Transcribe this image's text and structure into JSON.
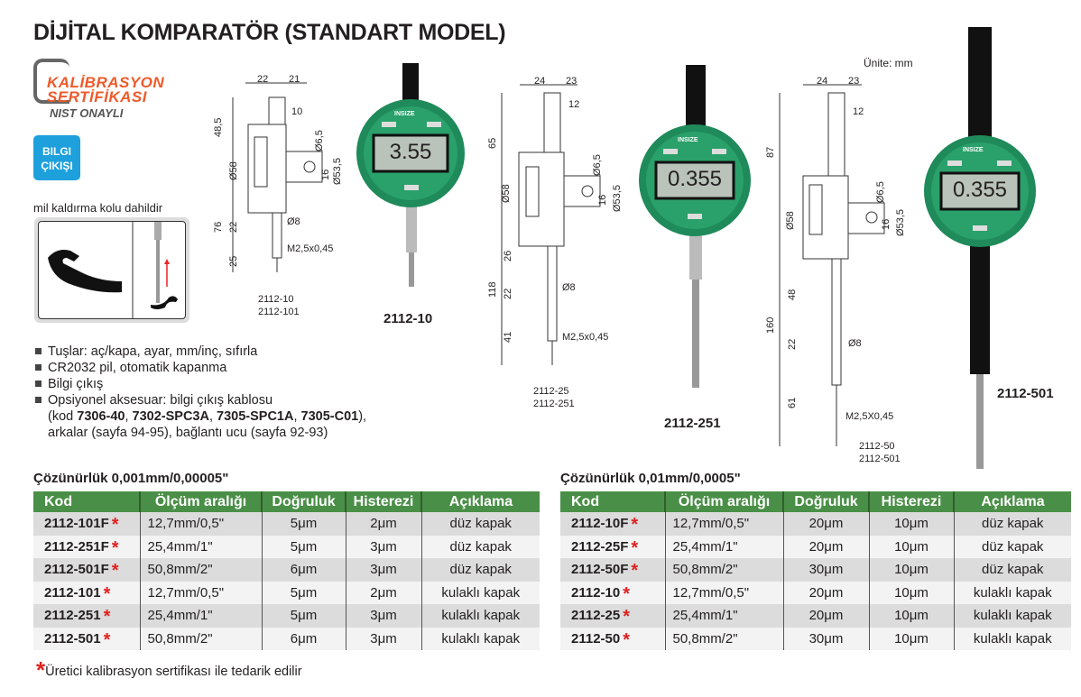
{
  "title": "DİJİTAL KOMPARATÖR (STANDART MODEL)",
  "logo": {
    "line1": "KALİBRASYON",
    "line2": "SERTİFİKASI",
    "line3": "NIST ONAYLI"
  },
  "badge": {
    "line1": "BILGI",
    "line2": "ÇIKIŞI"
  },
  "lever_caption": "mil kaldırma kolu dahildir",
  "unit": "Ünite: mm",
  "features": [
    "Tuşlar: aç/kapa, ayar, mm/inç, sıfırla",
    "CR2032 pil, otomatik kapanma",
    "Bilgi çıkış",
    "Opsiyonel aksesuar: bilgi çıkış kablosu"
  ],
  "features_cont": {
    "pre": "(kod ",
    "k1": "7306-40",
    "k2": "7302-SPC3A",
    "k3": "7305-SPC1A",
    "k4": "7305-C01",
    "post": "),",
    "line3": "arkalar (sayfa 94-95), bağlantı ucu (sayfa 92-93)"
  },
  "drawings": [
    {
      "labels": [
        "22",
        "21",
        "10",
        "48,5",
        "Ø6,5",
        "Ø58",
        "16",
        "Ø53,5",
        "76",
        "22",
        "Ø8",
        "25",
        "M2,5x0,45",
        "2112-10",
        "2112-101"
      ],
      "model": "2112-10",
      "display": "3.55"
    },
    {
      "labels": [
        "24",
        "23",
        "12",
        "65",
        "Ø6,5",
        "Ø58",
        "16",
        "Ø53,5",
        "118",
        "26",
        "22",
        "Ø8",
        "41",
        "M2,5x0,45",
        "2112-25",
        "2112-251"
      ],
      "model": "2112-251",
      "display": "0.355"
    },
    {
      "labels": [
        "24",
        "23",
        "12",
        "87",
        "Ø6,5",
        "Ø58",
        "16",
        "Ø53,5",
        "160",
        "48",
        "22",
        "Ø8",
        "61",
        "M2,5X0,45",
        "2112-50",
        "2112-501"
      ],
      "model": "2112-501",
      "display": "0.355"
    }
  ],
  "brand": "INSIZE",
  "colors": {
    "header_green": "#4a8f47",
    "dial_green": "#1f8a5a",
    "asterisk": "#e02020",
    "logo_orange": "#ee5a2a",
    "badge_blue": "#1da0dc"
  },
  "tables": [
    {
      "caption": "Çözünürlük 0,001mm/0,00005\"",
      "headers": [
        "Kod",
        "Ölçüm aralığı",
        "Doğruluk",
        "Histerezi",
        "Açıklama"
      ],
      "rows": [
        [
          "2112-101F",
          "12,7mm/0,5\"",
          "5μm",
          "2μm",
          "düz kapak"
        ],
        [
          "2112-251F",
          "25,4mm/1\"",
          "5μm",
          "3μm",
          "düz kapak"
        ],
        [
          "2112-501F",
          "50,8mm/2\"",
          "6μm",
          "3μm",
          "düz kapak"
        ],
        [
          "2112-101",
          "12,7mm/0,5\"",
          "5μm",
          "2μm",
          "kulaklı kapak"
        ],
        [
          "2112-251",
          "25,4mm/1\"",
          "5μm",
          "3μm",
          "kulaklı kapak"
        ],
        [
          "2112-501",
          "50,8mm/2\"",
          "6μm",
          "3μm",
          "kulaklı kapak"
        ]
      ]
    },
    {
      "caption": "Çözünürlük 0,01mm/0,0005\"",
      "headers": [
        "Kod",
        "Ölçüm aralığı",
        "Doğruluk",
        "Histerezi",
        "Açıklama"
      ],
      "rows": [
        [
          "2112-10F",
          "12,7mm/0,5\"",
          "20μm",
          "10μm",
          "düz kapak"
        ],
        [
          "2112-25F",
          "25,4mm/1\"",
          "20μm",
          "10μm",
          "düz kapak"
        ],
        [
          "2112-50F",
          "50,8mm/2\"",
          "30μm",
          "10μm",
          "düz kapak"
        ],
        [
          "2112-10",
          "12,7mm/0,5\"",
          "20μm",
          "10μm",
          "kulaklı kapak"
        ],
        [
          "2112-25",
          "25,4mm/1\"",
          "20μm",
          "10μm",
          "kulaklı kapak"
        ],
        [
          "2112-50",
          "50,8mm/2\"",
          "30μm",
          "10μm",
          "kulaklı kapak"
        ]
      ]
    }
  ],
  "footnote": "Üretici kalibrasyon sertifikası ile tedarik edilir",
  "asterisk": "*"
}
